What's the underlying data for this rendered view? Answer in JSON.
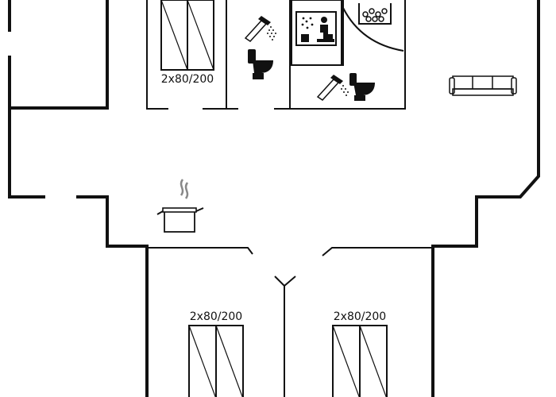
{
  "floorplan": {
    "bed_labels": [
      "2x80/200",
      "2x80/200",
      "2x80/200"
    ],
    "icons": [
      "shower-icon",
      "toilet-icon",
      "sauna-icon",
      "whirlpool-icon",
      "sofa-icon",
      "cooking-pot-icon"
    ]
  }
}
